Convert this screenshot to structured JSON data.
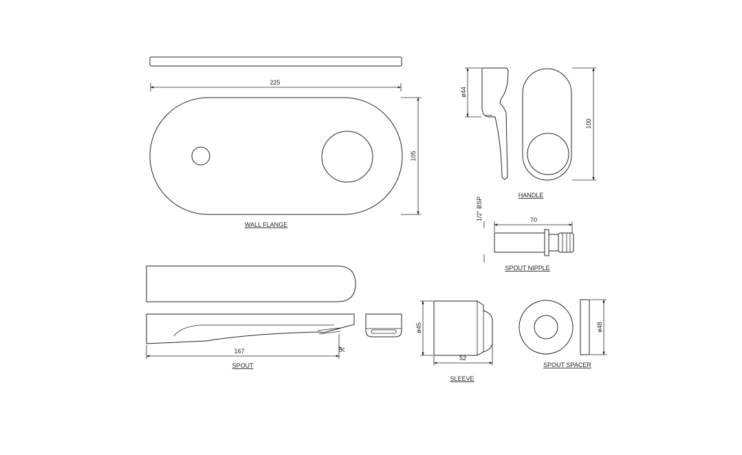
{
  "labels": {
    "wall_flange": "WALL FLANGE",
    "handle": "HANDLE",
    "spout_nipple": "SPOUT NIPPLE",
    "spout": "SPOUT",
    "sleeve": "SLEEVE",
    "spout_spacer": "SPOUT SPACER"
  },
  "dimensions": {
    "flange_width": "225",
    "flange_height": "105",
    "handle_dia": "ø44",
    "handle_height": "100",
    "nipple_thread": "1/2\" BSP",
    "nipple_length": "70",
    "spout_length": "167",
    "spout_angle": "5°",
    "sleeve_dia": "ø45",
    "sleeve_length": "52",
    "spacer_dia": "ø48"
  }
}
